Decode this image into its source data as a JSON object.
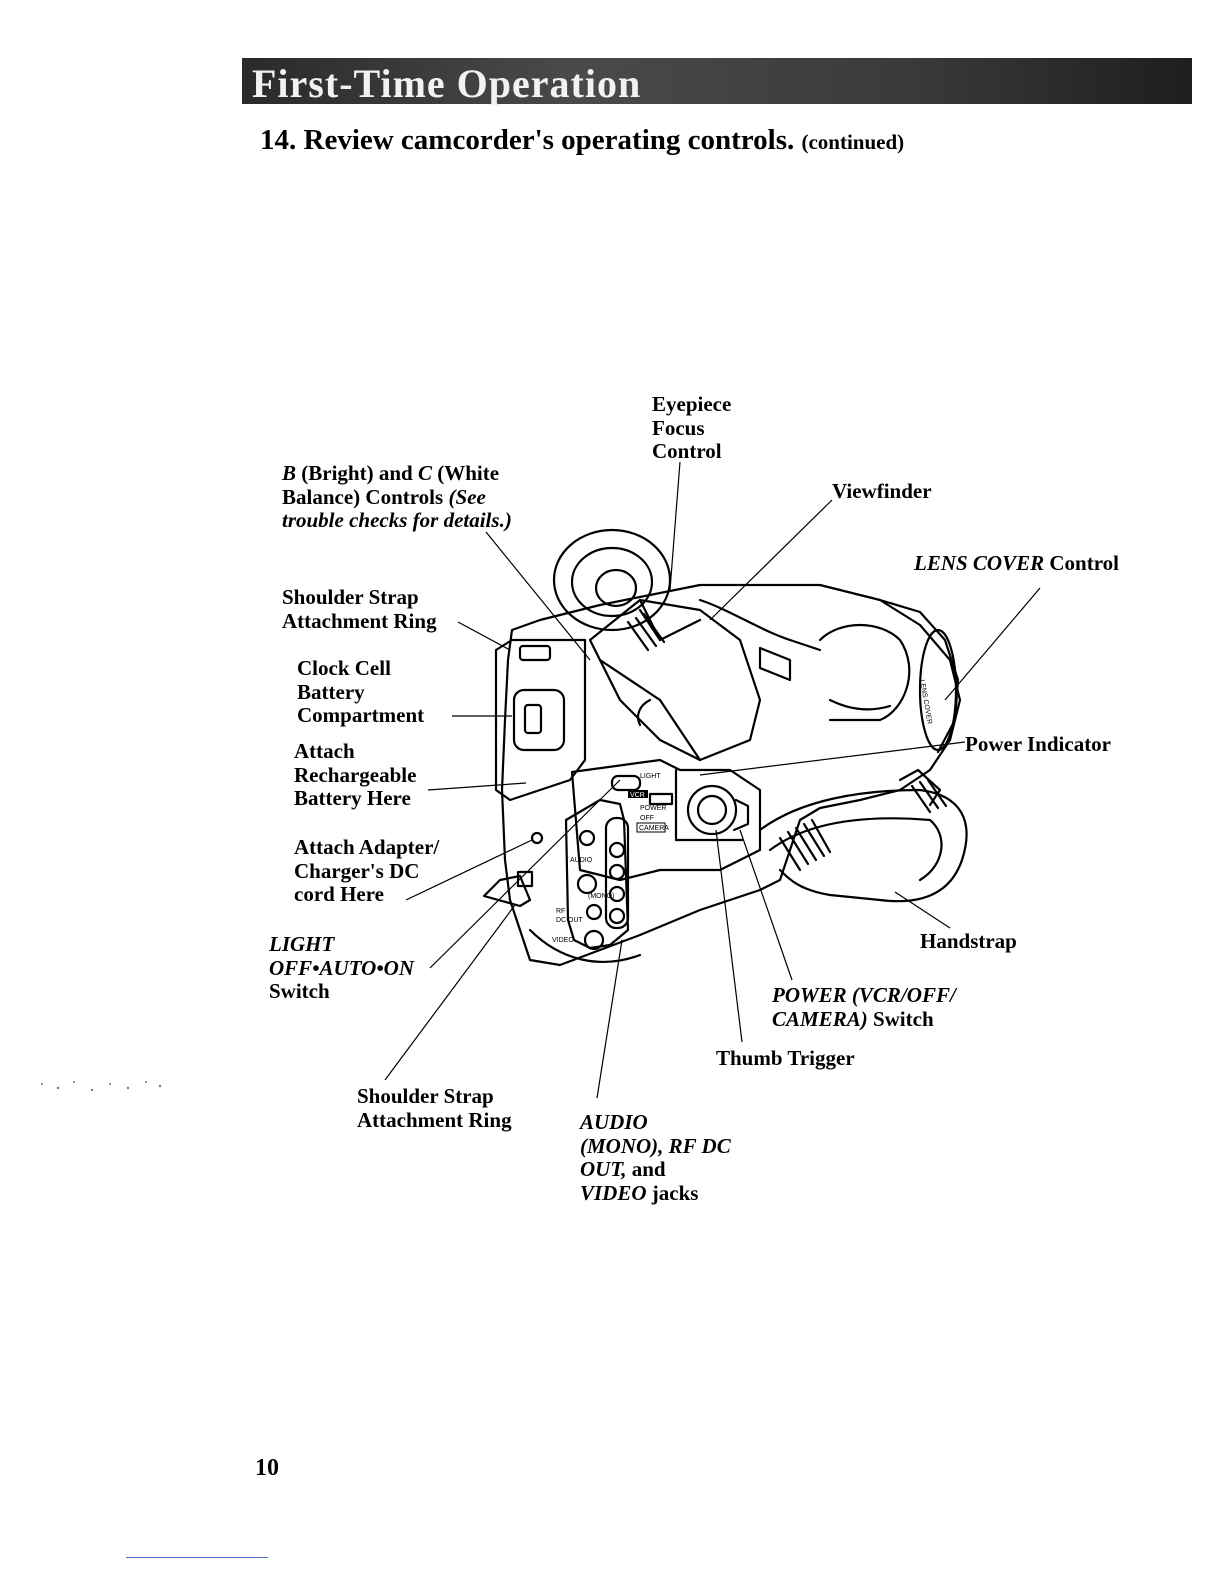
{
  "header": {
    "banner_title": "First-Time Operation"
  },
  "heading": {
    "title": "14. Review camcorder's operating controls.",
    "continued": "(continued)"
  },
  "labels": {
    "eyepiece": [
      "Eyepiece",
      "Focus",
      "Control"
    ],
    "bright_1_b": "B",
    "bright_1_rest": " (Bright) and ",
    "bright_1_c": "C",
    "bright_1_end": " (White",
    "bright_2_main": "Balance) Controls ",
    "bright_2_it": "(See",
    "bright_3": "trouble checks for details.)",
    "viewfinder": "Viewfinder",
    "lens_cover_it": "LENS COVER",
    "lens_cover_rest": " Control",
    "shoulder_top": [
      "Shoulder Strap",
      "Attachment Ring"
    ],
    "clock": [
      "Clock Cell",
      "Battery",
      "Compartment"
    ],
    "power_indicator": "Power Indicator",
    "attach_battery": [
      "Attach",
      "Rechargeable",
      "Battery Here"
    ],
    "attach_adapter": [
      "Attach Adapter/",
      "Charger's DC",
      "cord Here"
    ],
    "handstrap": "Handstrap",
    "light_1": "LIGHT",
    "light_2": "OFF•AUTO•ON",
    "light_3": "Switch",
    "power_switch_1": "POWER (VCR/OFF/",
    "power_switch_2_it": "CAMERA)",
    "power_switch_2_rest": " Switch",
    "thumb": "Thumb Trigger",
    "shoulder_bottom": [
      "Shoulder Strap",
      "Attachment Ring"
    ],
    "jacks_1": "AUDIO",
    "jacks_2": "(MONO), RF DC",
    "jacks_3_it": "OUT,",
    "jacks_3_rest": " and",
    "jacks_4_it": "VIDEO",
    "jacks_4_rest": " jacks"
  },
  "panel_markings": {
    "light": "LIGHT",
    "vcr": "VCR",
    "power": "POWER",
    "off": "OFF",
    "camera": "CAMERA",
    "audio": "AUDIO",
    "mono": "(MONO)",
    "rf": "RF",
    "dc_out": "DC OUT",
    "video": "VIDEO",
    "lens_cover": "LENS COVER"
  },
  "page": {
    "number": "10"
  }
}
